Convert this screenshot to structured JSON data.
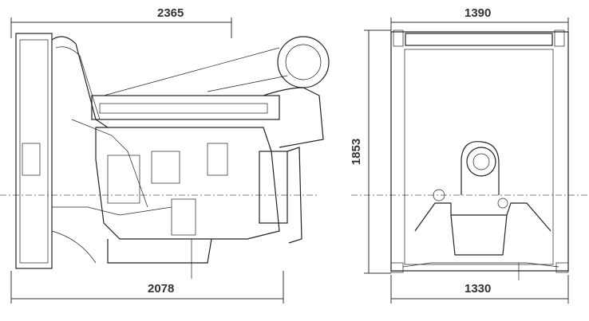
{
  "side_view": {
    "overall_length": "2365",
    "base_length": "2078"
  },
  "front_view": {
    "overall_width": "1390",
    "height": "1853",
    "base_width": "1330"
  }
}
